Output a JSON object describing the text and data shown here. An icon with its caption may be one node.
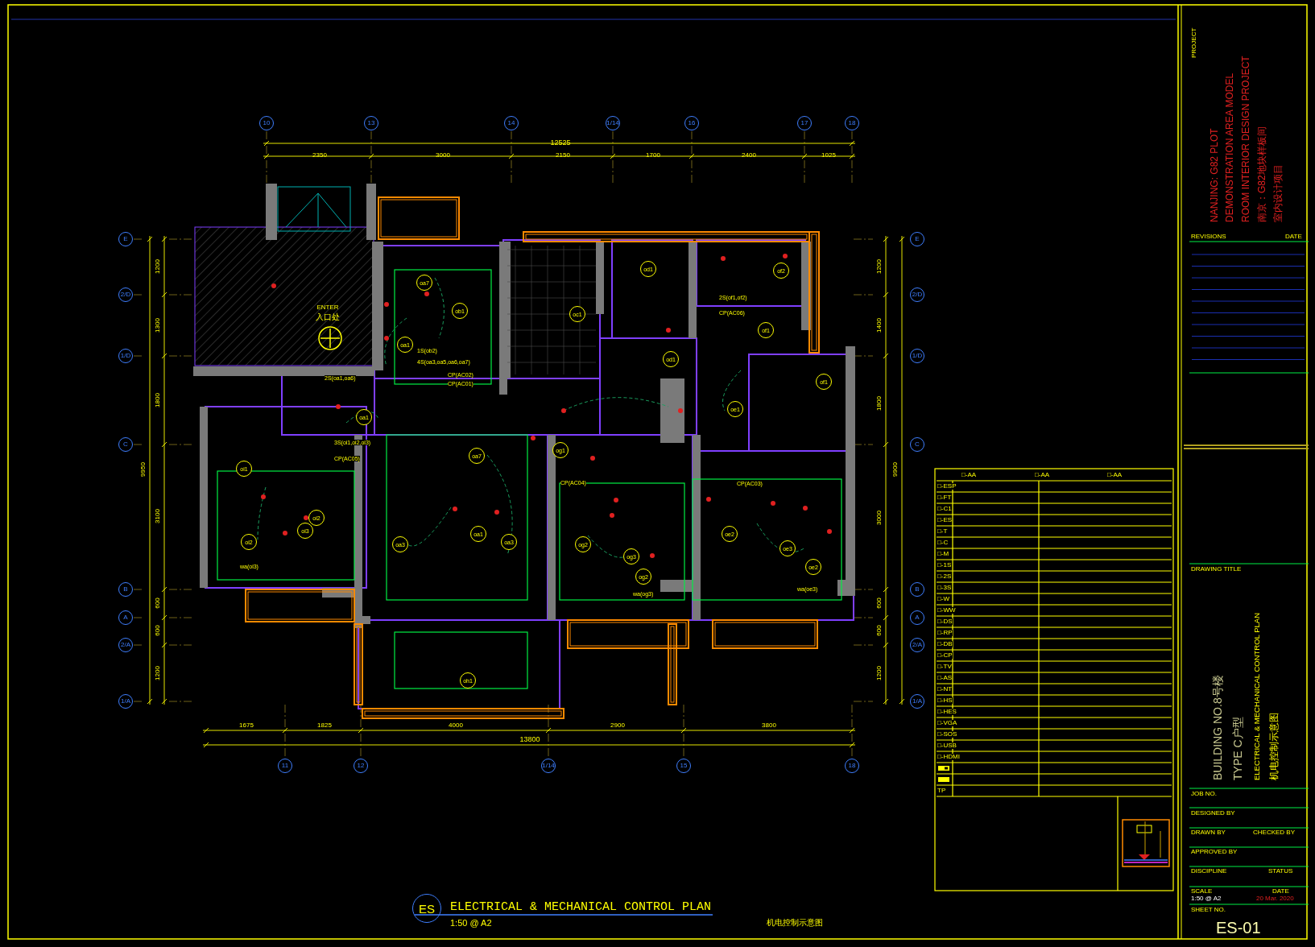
{
  "diagram": {
    "title": "ELECTRICAL & MECHANICAL CONTROL PLAN",
    "nodes": [
      {
        "text": [
          "10"
        ]
      },
      {
        "text": [
          "13"
        ]
      },
      {
        "text": [
          "14"
        ]
      },
      {
        "text": [
          "1/14"
        ]
      },
      {
        "text": [
          "16"
        ]
      },
      {
        "text": [
          "17"
        ]
      },
      {
        "text": [
          "18"
        ]
      },
      {
        "text": [
          "11"
        ]
      },
      {
        "text": [
          "12"
        ]
      },
      {
        "text": [
          "1/14"
        ]
      },
      {
        "text": [
          "15"
        ]
      },
      {
        "text": [
          "18"
        ]
      },
      {
        "text": [
          "E"
        ]
      },
      {
        "text": [
          "2/D"
        ]
      },
      {
        "text": [
          "1/D"
        ]
      },
      {
        "text": [
          "C"
        ]
      },
      {
        "text": [
          "B"
        ]
      },
      {
        "text": [
          "A"
        ]
      },
      {
        "text": [
          "2/A"
        ]
      },
      {
        "text": [
          "1/A"
        ]
      },
      {
        "text": [
          "E"
        ]
      },
      {
        "text": [
          "2/D"
        ]
      },
      {
        "text": [
          "1/D"
        ]
      },
      {
        "text": [
          "C"
        ]
      },
      {
        "text": [
          "B"
        ]
      },
      {
        "text": [
          "A"
        ]
      },
      {
        "text": [
          "2/A"
        ]
      },
      {
        "text": [
          "1/A"
        ]
      },
      {
        "text": [
          "oa7"
        ]
      },
      {
        "text": [
          "ob1"
        ]
      },
      {
        "text": [
          "oa1"
        ]
      },
      {
        "text": [
          "oc1"
        ]
      },
      {
        "text": [
          "od1"
        ]
      },
      {
        "text": [
          "of2"
        ]
      },
      {
        "text": [
          "of1"
        ]
      },
      {
        "text": [
          "od1"
        ]
      },
      {
        "text": [
          "oa1"
        ]
      },
      {
        "text": [
          "oe1"
        ]
      },
      {
        "text": [
          "of1"
        ]
      },
      {
        "text": [
          "oa7"
        ]
      },
      {
        "text": [
          "og1"
        ]
      },
      {
        "text": [
          "oi1"
        ]
      },
      {
        "text": [
          "oi2"
        ]
      },
      {
        "text": [
          "oi3"
        ]
      },
      {
        "text": [
          "oi2"
        ]
      },
      {
        "text": [
          "oa3"
        ]
      },
      {
        "text": [
          "oa1"
        ]
      },
      {
        "text": [
          "oa3"
        ]
      },
      {
        "text": [
          "og2"
        ]
      },
      {
        "text": [
          "og3"
        ]
      },
      {
        "text": [
          "og2"
        ]
      },
      {
        "text": [
          "oe2"
        ]
      },
      {
        "text": [
          "oe3"
        ]
      },
      {
        "text": [
          "oe2"
        ]
      },
      {
        "text": [
          "oh1"
        ]
      }
    ],
    "labels": [
      "12525",
      "2350",
      "3000",
      "2150",
      "1700",
      "2400",
      "1025",
      "1675",
      "1825",
      "4000",
      "2900",
      "3800",
      "13800",
      "1200",
      "1300",
      "1800",
      "3100",
      "600",
      "600",
      "1200",
      "9950",
      "1200",
      "1400",
      "1800",
      "3000",
      "600",
      "600",
      "1200",
      "9900",
      "ENTER",
      "入口处",
      "2S(oa1,oa6)",
      "1S(ob2)",
      "4S(oa3,oa5,oa6,oa7)",
      "CP(AC02)",
      "CP(AC01)",
      "2S(of1,of2)",
      "CP(AC06)",
      "CP(AC05)",
      "3S(oi1,oi2,oi3)",
      "CP(AC04)",
      "CP(AC03)",
      "wa(oi3)",
      "wa(og3)",
      "wa(oe3)",
      "ES",
      "1:50 @ A2",
      "机电控制示意图",
      "PROJECT",
      "NANJING: G82 PLOT",
      "DEMONSTRATION AREA MODEL",
      "ROOM INTERIOR DESIGN PROJECT",
      "南京：G82地块样板间",
      "室内设计项目",
      "REVISIONS",
      "DATE",
      "DRAWING TITLE",
      "BUILDING NO.8号楼",
      "TYPE C户型",
      "ELECTRICAL & MECHANICAL CONTROL PLAN",
      "机电控制示意图",
      "JOB NO.",
      "DESIGNED BY",
      "DRAWN BY",
      "CHECKED BY",
      "APPROVED BY",
      "DISCIPLINE",
      "STATUS",
      "SCALE",
      "DATE",
      "1:50 @ A2",
      "20 Mar. 2020",
      "SHEET NO.",
      "ES-01",
      "□-AA",
      "□-AA",
      "□-AA",
      "□-ESP",
      "□-FT",
      "□-C1",
      "□-ES",
      "□-T",
      "□-C",
      "□-M",
      "□-1S",
      "□-2S",
      "□-3S",
      "□-W",
      "□-WW",
      "□-DS",
      "□-RP",
      "□-DB",
      "□-CP",
      "□-TV",
      "□-AS",
      "□-NT",
      "□-HS",
      "□-HES",
      "□-VGA",
      "□-SOS",
      "□-USB",
      "□-HDMI",
      "TP"
    ]
  }
}
